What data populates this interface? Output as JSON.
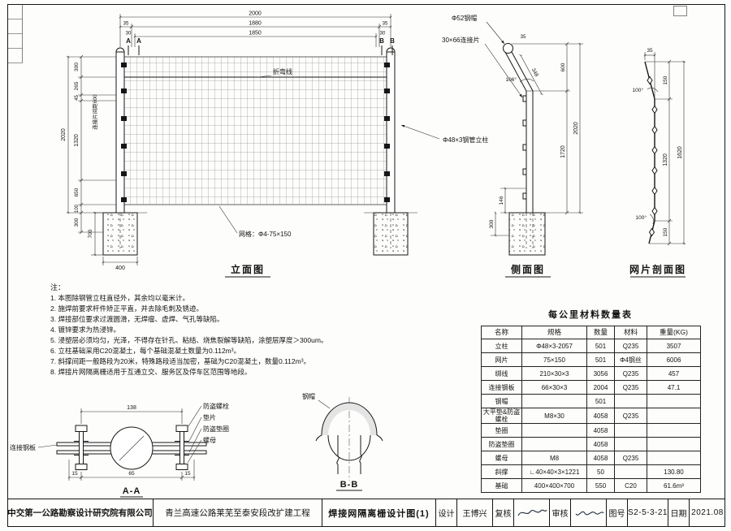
{
  "sheet": {
    "front_view": {
      "title": "立面图",
      "section_marker_a": "A",
      "section_marker_b": "B",
      "dims": {
        "total_width": "2000",
        "w35": "35",
        "w1880": "1880",
        "w30": "30",
        "w1850": "1850",
        "h300_top": "300",
        "h265": "265",
        "h45": "45",
        "h1320": "1320",
        "h650": "650",
        "h100": "100",
        "h300_bottom": "300",
        "h_total": "2020",
        "footing_depth": "700",
        "footing_width": "400"
      },
      "labels": {
        "connector_spacing": "连接片间距600",
        "bend_line": "折弯线",
        "mesh": "网格：Φ4-75×150"
      }
    },
    "side_view": {
      "title": "侧面图",
      "labels": {
        "cap": "Φ52钢帽",
        "connector": "30×66连接片",
        "post": "Φ48×3钢管立柱"
      },
      "dims": {
        "slant": "348",
        "top35": "35",
        "angle": "106°",
        "d600": "600",
        "d1720": "1720",
        "total": "2020",
        "d146": "146",
        "d300": "300"
      }
    },
    "mesh_section": {
      "title": "网片剖面图",
      "dims": {
        "d35": "35",
        "d150_top": "150",
        "d1320": "1320",
        "d150_bottom": "150",
        "total": "1620",
        "angle_top": "100°",
        "angle_bottom": "100°"
      }
    },
    "detail_aa": {
      "title": "A-A",
      "dims": {
        "d138": "138",
        "d15l": "15",
        "d65": "65",
        "d15r": "15"
      },
      "labels": {
        "bolt": "防盗螺栓",
        "washer": "垫片",
        "security_washer": "防盗垫圈",
        "nut": "螺母",
        "plate": "连接钢板"
      }
    },
    "detail_bb": {
      "title": "B-B",
      "label_cap": "钢帽"
    },
    "notes": {
      "heading": "注：",
      "items": [
        "1. 本图除钢管立柱直径外，其余均以毫米计。",
        "2. 施焊前要求杆件矫正平直，并去除毛刺及锈迹。",
        "3. 焊接部位要求过渡圆滑，无焊瘤、虚焊、气孔等缺陷。",
        "4. 镀锌要求为热浸锌。",
        "5. 浸塑层必须均匀，光泽，不得存在针孔、粘结、烧焦裂解等缺陷，涂塑层厚度＞300um。",
        "6. 立柱基础采用C20混凝土，每个基础混凝土数量为0.112m³。",
        "7. 斜撑间距一般路段为20米，特殊路段适当加密，基础为C20混凝土，数量0.112m³。",
        "8. 焊接片网隔离栅适用于互通立交、服务区及停车区范围等地段。"
      ]
    },
    "material_table": {
      "title": "每公里材料数量表",
      "headers": [
        "名称",
        "规格",
        "数量",
        "材料",
        "重量(KG)"
      ],
      "rows": [
        [
          "立柱",
          "Φ48×3-2057",
          "501",
          "Q235",
          "3507"
        ],
        [
          "网片",
          "75×150",
          "501",
          "Φ4钢丝",
          "6006"
        ],
        [
          "绑线",
          "210×30×3",
          "3056",
          "Q235",
          "457"
        ],
        [
          "连接钢板",
          "66×30×3",
          "2004",
          "Q235",
          "47.1"
        ],
        [
          "钢帽",
          "",
          "501",
          "",
          ""
        ],
        [
          "大平垫&防盗螺栓",
          "M8×30",
          "4058",
          "Q235",
          ""
        ],
        [
          "垫圈",
          "",
          "4058",
          "",
          ""
        ],
        [
          "防盗垫圈",
          "",
          "4058",
          "",
          ""
        ],
        [
          "螺母",
          "M8",
          "4058",
          "Q235",
          ""
        ],
        [
          "斜撑",
          "∟40×40×3×1221",
          "50",
          "",
          "130.80"
        ],
        [
          "基础",
          "400×400×700",
          "550",
          "C20",
          "61.6m³"
        ]
      ]
    },
    "title_block": {
      "company": "中交第一公路勘察设计研究院有限公司",
      "project": "青兰高速公路莱芜至泰安段改扩建工程",
      "sheet_title": "焊接网隔离栅设计图(1)",
      "design_label": "设计",
      "designer": "王博兴",
      "check_label": "复核",
      "review_label": "审核",
      "no_label": "图号",
      "drawing_no": "S2-5-3-21",
      "date_label": "日期",
      "date": "2021.08"
    }
  }
}
